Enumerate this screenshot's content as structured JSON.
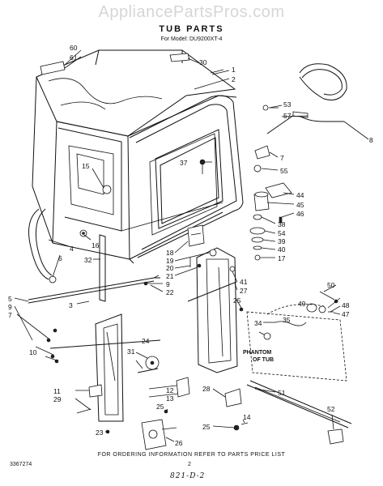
{
  "watermark": "AppliancePartsPros.com",
  "title": "TUB PARTS",
  "subtitle": "For Model: DU9200XT-4",
  "callouts": {
    "c1": "1",
    "c2": "2",
    "c3": "3",
    "c4": "4",
    "c5": "5",
    "c6": "6",
    "c7": "7",
    "c8": "8",
    "c9": "9",
    "c10": "10",
    "c11": "11",
    "c12": "12",
    "c13": "13",
    "c14": "14",
    "c15": "15",
    "c16": "16",
    "c17": "17",
    "c18": "18",
    "c19": "19",
    "c20": "20",
    "c21": "21",
    "c22": "22",
    "c23": "23",
    "c24": "24",
    "c25": "25",
    "c26": "26",
    "c27": "27",
    "c28": "28",
    "c29": "29",
    "c30": "30",
    "c31": "31",
    "c32": "32",
    "c34": "34",
    "c35": "35",
    "c37": "37",
    "c38": "38",
    "c39": "39",
    "c40": "40",
    "c41": "41",
    "c44": "44",
    "c45": "45",
    "c46": "46",
    "c47": "47",
    "c48": "48",
    "c49": "49",
    "c50": "50",
    "c51": "51",
    "c52": "52",
    "c53": "53",
    "c54": "54",
    "c55": "55",
    "c57": "57",
    "c60": "60",
    "c61": "61"
  },
  "phantom_label_1": "PHANTOM",
  "phantom_label_2": "OF TUB",
  "footer_note": "FOR ORDERING INFORMATION REFER TO PARTS PRICE LIST",
  "doc_number": "3367274",
  "page_number": "2",
  "handwritten_code": "821-D-2"
}
